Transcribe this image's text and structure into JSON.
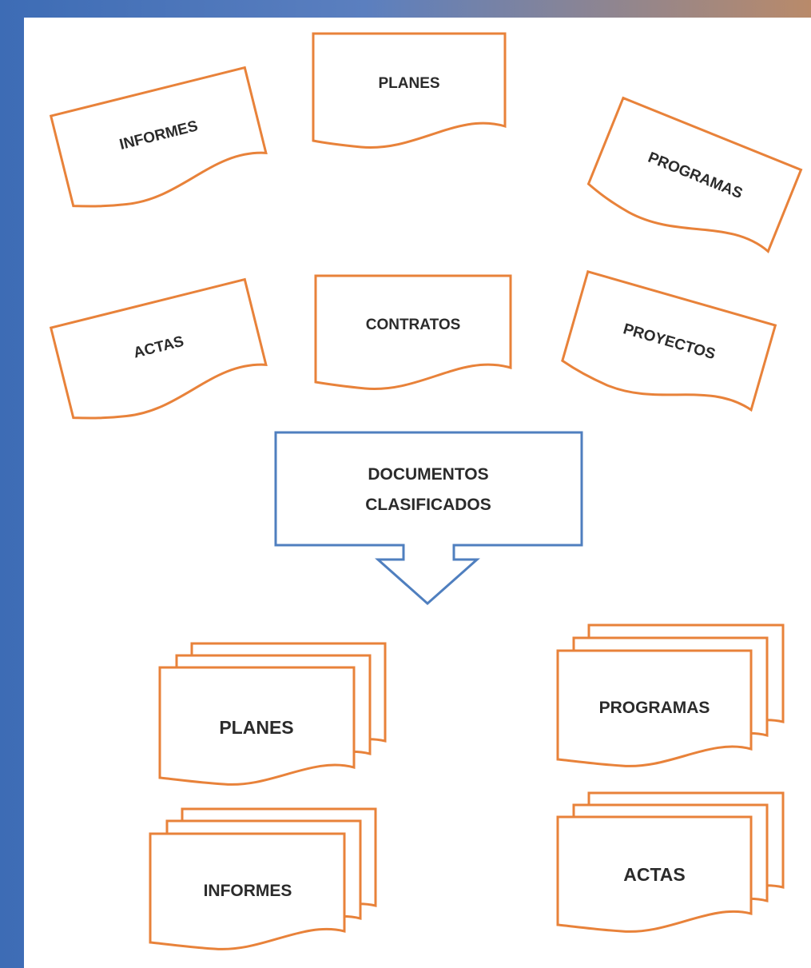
{
  "scattered_documents": [
    {
      "label": "INFORMES"
    },
    {
      "label": "PLANES"
    },
    {
      "label": "PROGRAMAS"
    },
    {
      "label": "ACTAS"
    },
    {
      "label": "CONTRATOS"
    },
    {
      "label": "PROYECTOS"
    }
  ],
  "process": {
    "line1": "DOCUMENTOS",
    "line2": "CLASIFICADOS"
  },
  "classified_stacks": [
    {
      "label": "PLANES"
    },
    {
      "label": "PROGRAMAS"
    },
    {
      "label": "INFORMES"
    },
    {
      "label": "ACTAS"
    }
  ],
  "colors": {
    "document_stroke": "#e8823a",
    "arrow_stroke": "#4f7fbf",
    "frame": "#3f6fb8"
  }
}
